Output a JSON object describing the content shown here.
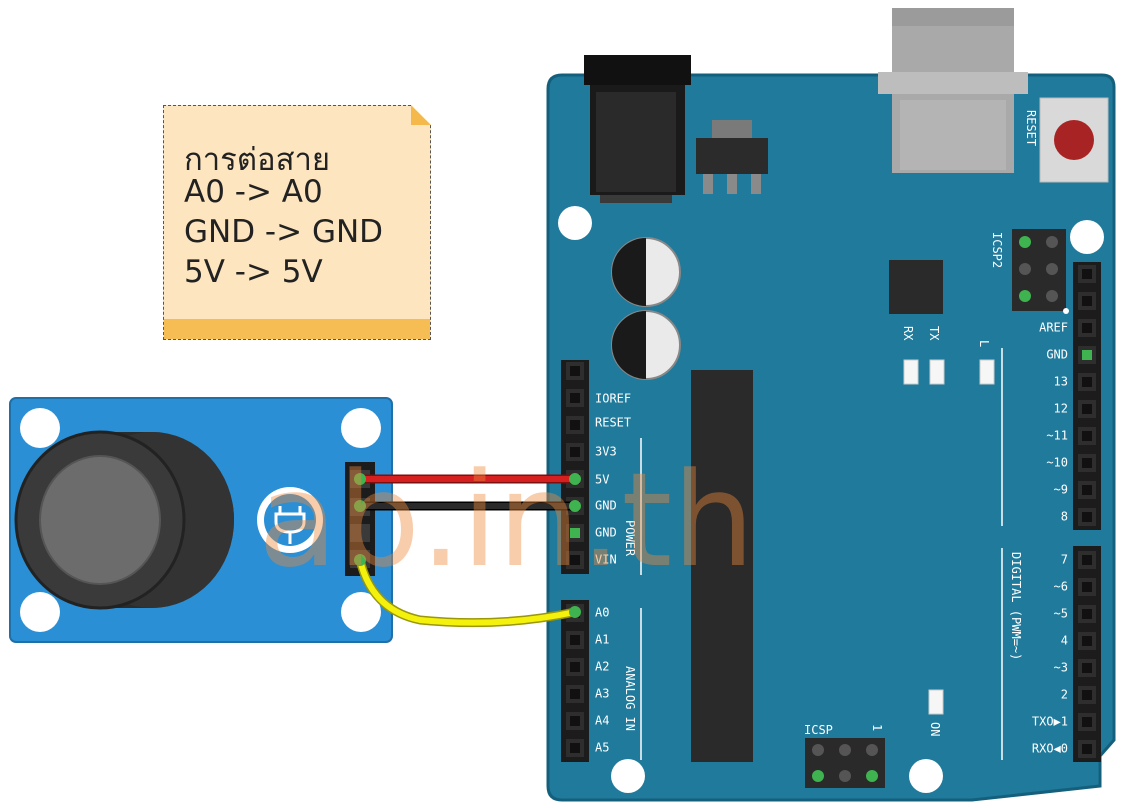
{
  "note": {
    "lines": [
      "การต่อสาย",
      "A0 -> A0",
      "GND -> GND",
      "5V -> 5V"
    ]
  },
  "watermark": "ab.in.th",
  "board": {
    "power_pins": [
      "IOREF",
      "RESET",
      "3V3",
      "5V",
      "GND",
      "GND",
      "VIN"
    ],
    "power_group": "POWER",
    "analog_pins": [
      "A0",
      "A1",
      "A2",
      "A3",
      "A4",
      "A5"
    ],
    "analog_group": "ANALOG IN",
    "digital_top_pins": [
      "AREF",
      "GND",
      "13",
      "12",
      "~11",
      "~10",
      "~9",
      "8"
    ],
    "digital_bottom_pins": [
      "7",
      "~6",
      "~5",
      "4",
      "~3",
      "2",
      "TXO▶1",
      "RXO◀0"
    ],
    "digital_group": "DIGITAL (PWM=~)",
    "reset_label": "RESET",
    "icsp2_label": "ICSP2",
    "icsp_label": "ICSP",
    "icsp_pin1": "1",
    "rx_label": "RX",
    "tx_label": "TX",
    "l_label": "L",
    "on_label": "ON"
  },
  "colors": {
    "board": "#1f7a9b",
    "module": "#2a8fd4",
    "wire_5v": "#d61f1f",
    "wire_gnd": "#1a1a1a",
    "wire_signal": "#f4f10d",
    "note": "#fde6bf"
  }
}
